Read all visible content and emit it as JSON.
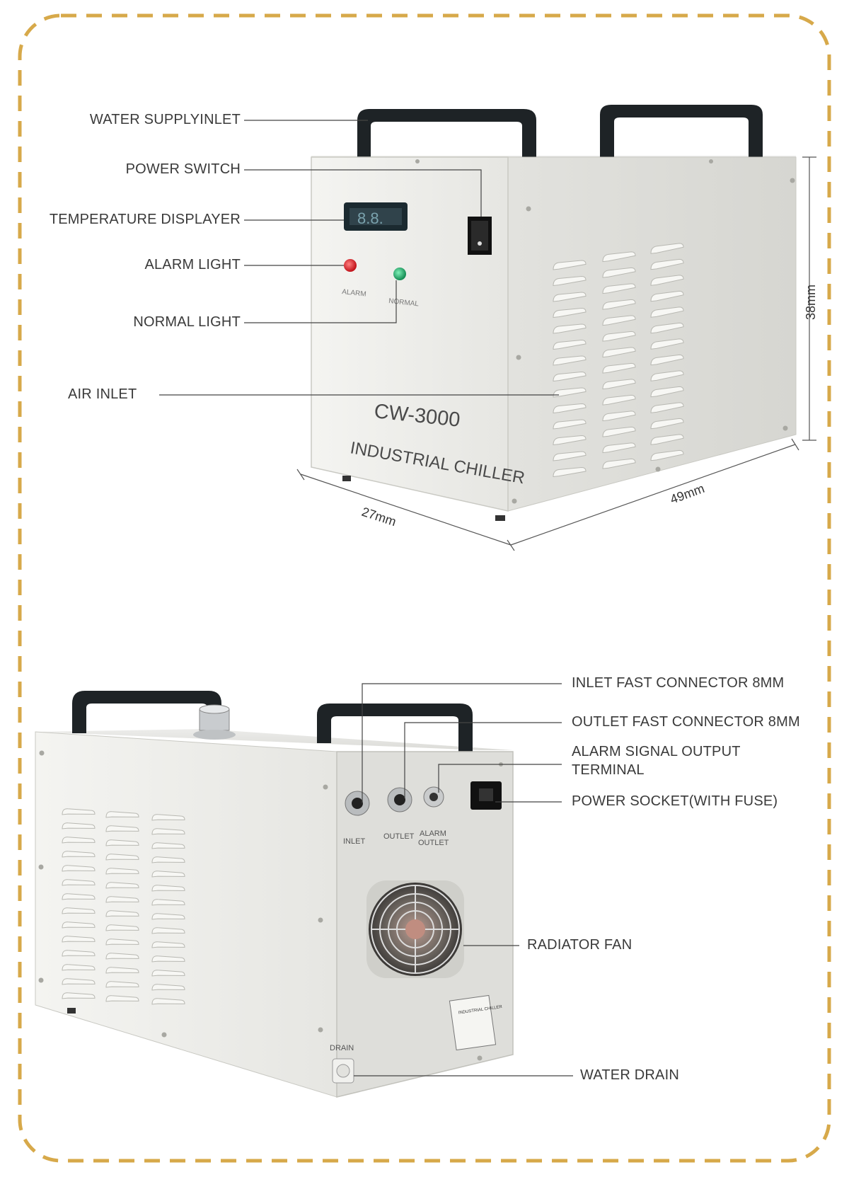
{
  "colors": {
    "border": "#d7a94a",
    "panel": "#e5e5e1",
    "panel_shadow": "#d3d3cd",
    "handle": "#1e2326",
    "text": "#3a3a3a",
    "alarm_led": "#d8262c",
    "normal_led": "#1ea66a"
  },
  "top_unit": {
    "callouts_left": [
      {
        "key": "water_supply_inlet",
        "label": "WATER SUPPLYINLET"
      },
      {
        "key": "power_switch",
        "label": "POWER SWITCH"
      },
      {
        "key": "temperature_displayer",
        "label": "TEMPERATURE DISPLAYER"
      },
      {
        "key": "alarm_light",
        "label": "ALARM LIGHT"
      },
      {
        "key": "normal_light",
        "label": "NORMAL LIGHT"
      },
      {
        "key": "air_inlet",
        "label": "AIR  INLET"
      }
    ],
    "panel_text": {
      "model": "CW-3000",
      "name": "INDUSTRIAL  CHILLER",
      "alarm_label": "ALARM",
      "normal_label": "NORMAL"
    },
    "dimensions": {
      "height": "38mm",
      "depth": "27mm",
      "length": "49mm"
    },
    "icons": [
      "handle-icon",
      "power-switch-icon",
      "display-icon",
      "led-icon",
      "vent-icon"
    ]
  },
  "bottom_unit": {
    "callouts_right": [
      {
        "key": "inlet_fast_connector",
        "label": "INLET FAST CONNECTOR 8MM"
      },
      {
        "key": "outlet_fast_connector",
        "label": "OUTLET FAST CONNECTOR 8MM"
      },
      {
        "key": "alarm_signal_output",
        "label": "ALARM  SIGNAL   OUTPUT",
        "label2": "TERMINAL"
      },
      {
        "key": "power_socket",
        "label": "POWER  SOCKET(WITH  FUSE)"
      },
      {
        "key": "radiator_fan",
        "label": "RADIATOR FAN"
      },
      {
        "key": "water_drain",
        "label": "WATER DRAIN"
      }
    ],
    "panel_text": {
      "inlet": "INLET",
      "outlet": "OUTLET",
      "alarm_outlet_1": "ALARM",
      "alarm_outlet_2": "OUTLET",
      "drain": "DRAIN",
      "nameplate_title": "INDUSTRIAL CHILLER"
    },
    "icons": [
      "fan-icon",
      "connector-icon",
      "socket-icon",
      "drain-icon",
      "nameplate-icon"
    ]
  }
}
